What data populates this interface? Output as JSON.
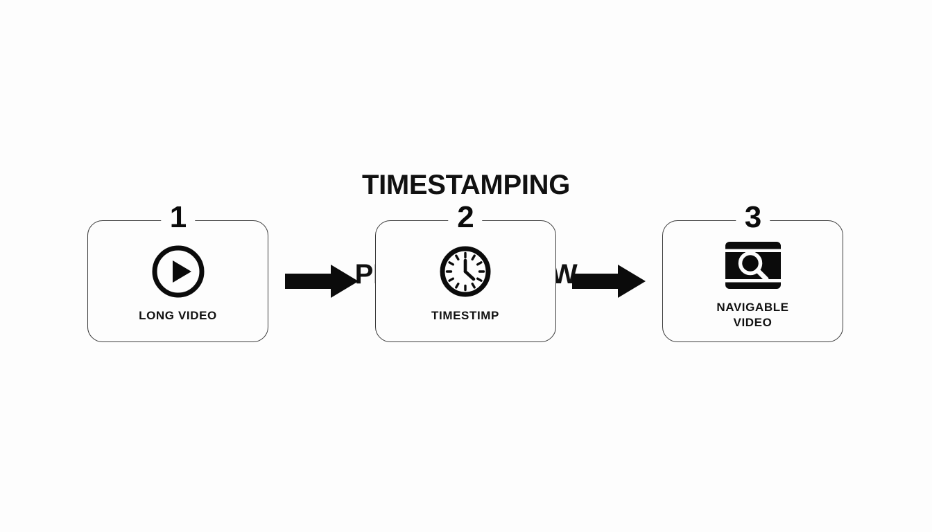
{
  "canvas": {
    "background_color": "#fdfdfd",
    "ink_color": "#111111",
    "border_color": "#3a3a3a"
  },
  "title": {
    "line1": "TIMESTAMPING",
    "line2": "PROCESS FLOW"
  },
  "steps": [
    {
      "number": "1",
      "label": "LONG VIDEO",
      "icon": "play-circle-icon"
    },
    {
      "number": "2",
      "label": "TIMESTIMP",
      "icon": "clock-icon"
    },
    {
      "number": "3",
      "label": "NAVIGABLE\nVIDEO",
      "icon": "screen-search-icon"
    }
  ],
  "connectors": [
    {
      "name": "arrow-right-icon"
    },
    {
      "name": "arrow-right-icon"
    }
  ]
}
